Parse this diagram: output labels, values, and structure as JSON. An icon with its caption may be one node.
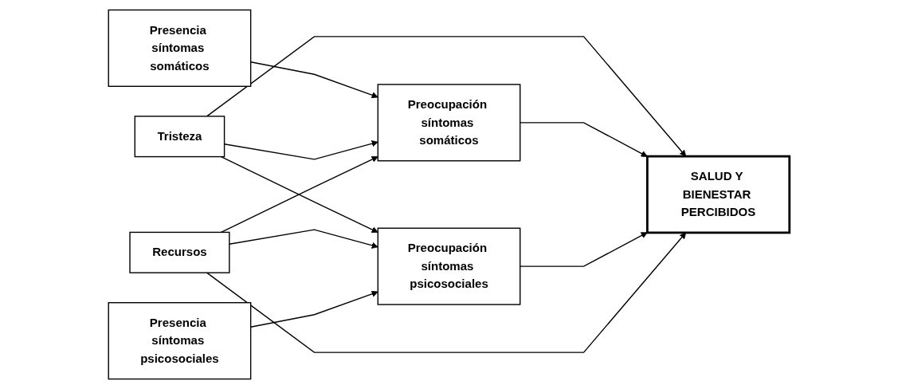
{
  "diagram": {
    "nodes": [
      {
        "text": [
          "Presencia síntomas somáticos"
        ]
      },
      {
        "text": [
          "Preocupación síntomas somáticos"
        ]
      },
      {
        "text": [
          "Tristeza"
        ]
      },
      {
        "text": [
          "SALUD Y BIENESTAR PERCIBIDOS"
        ]
      },
      {
        "text": [
          "Recursos"
        ]
      },
      {
        "text": [
          "Presencia síntomas psicosociales"
        ]
      },
      {
        "text": [
          "Preocupación síntomas psicosociales"
        ]
      }
    ],
    "edges": [
      {
        "from": 0,
        "to": 1,
        "arrow": "to"
      },
      {
        "from": 2,
        "to": 1,
        "arrow": "to"
      },
      {
        "from": 2,
        "to": 3,
        "arrow": "to"
      },
      {
        "from": 2,
        "to": 6,
        "arrow": "to"
      },
      {
        "from": 1,
        "to": 3,
        "arrow": "to"
      },
      {
        "from": 6,
        "to": 3,
        "arrow": "to"
      },
      {
        "from": 4,
        "to": 1,
        "arrow": "to"
      },
      {
        "from": 4,
        "to": 3,
        "arrow": "to"
      },
      {
        "from": 4,
        "to": 6,
        "arrow": "to"
      },
      {
        "from": 5,
        "to": 6,
        "arrow": "to"
      }
    ]
  }
}
